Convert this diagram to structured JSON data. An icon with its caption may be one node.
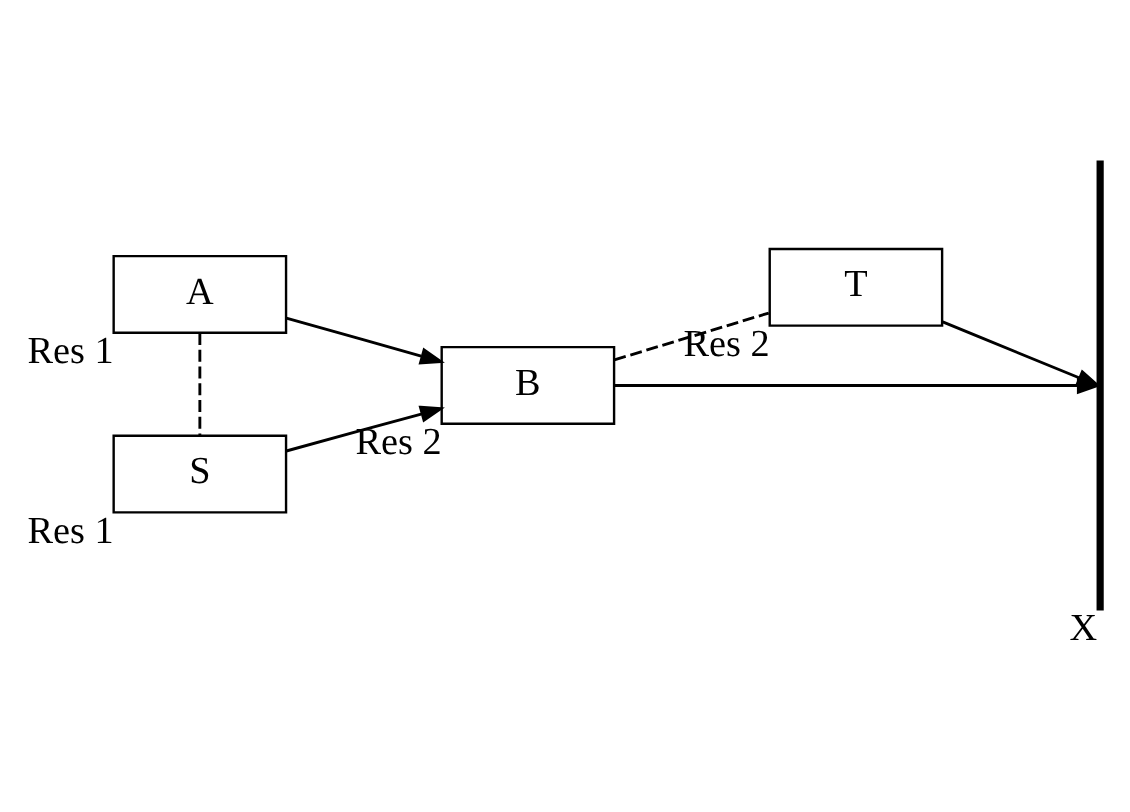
{
  "diagram": {
    "nodes": [
      {
        "text": [
          "A"
        ],
        "beside": [
          "Res 1"
        ]
      },
      {
        "text": [
          "B"
        ],
        "beside": [
          "Res 2"
        ]
      },
      {
        "text": [
          "S"
        ],
        "beside": [
          "Res 1"
        ]
      },
      {
        "text": [
          "T"
        ],
        "beside": [
          "Res 2"
        ]
      },
      {
        "text": [],
        "shape": "bar",
        "beside": [
          "X"
        ]
      }
    ],
    "edges": [
      {
        "from": 0,
        "to": 1,
        "arrow": "to"
      },
      {
        "from": 0,
        "to": 2,
        "arrow": "none",
        "style": "dashed"
      },
      {
        "from": 2,
        "to": 1,
        "arrow": "to"
      },
      {
        "from": 1,
        "to": 4,
        "arrow": "to"
      },
      {
        "from": 1,
        "to": 3,
        "arrow": "none",
        "style": "dashed"
      },
      {
        "from": 3,
        "to": 4,
        "arrow": "to"
      }
    ]
  }
}
